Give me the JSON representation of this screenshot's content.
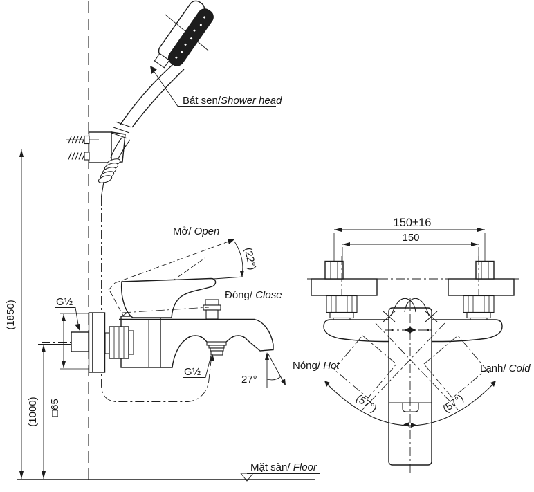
{
  "colors": {
    "line": "#1c1c1c",
    "background": "#ffffff"
  },
  "side": {
    "labels": {
      "shower_head": {
        "vi": "Bát sen/",
        "en": "Shower head"
      },
      "open": {
        "vi": "Mở/ ",
        "en": "Open"
      },
      "close": {
        "vi": "Đóng/ ",
        "en": "Close"
      },
      "floor": {
        "vi": "Mặt sàn/ ",
        "en": "Floor"
      },
      "open_angle": "(22°)",
      "spout_angle": "27°",
      "connection_top": "G½",
      "connection_spout": "G½",
      "escutcheon_size": "□65",
      "height_bracket": "(1850)",
      "height_inlet": "(1000)"
    }
  },
  "front": {
    "labels": {
      "pitch_tolerance": "150±16",
      "pitch": "150",
      "hot": {
        "vi": "Nóng/ ",
        "en": "Hot"
      },
      "cold": {
        "vi": "Lạnh/ ",
        "en": "Cold"
      },
      "swing_left": "(57°)",
      "swing_right": "(57°)"
    }
  }
}
